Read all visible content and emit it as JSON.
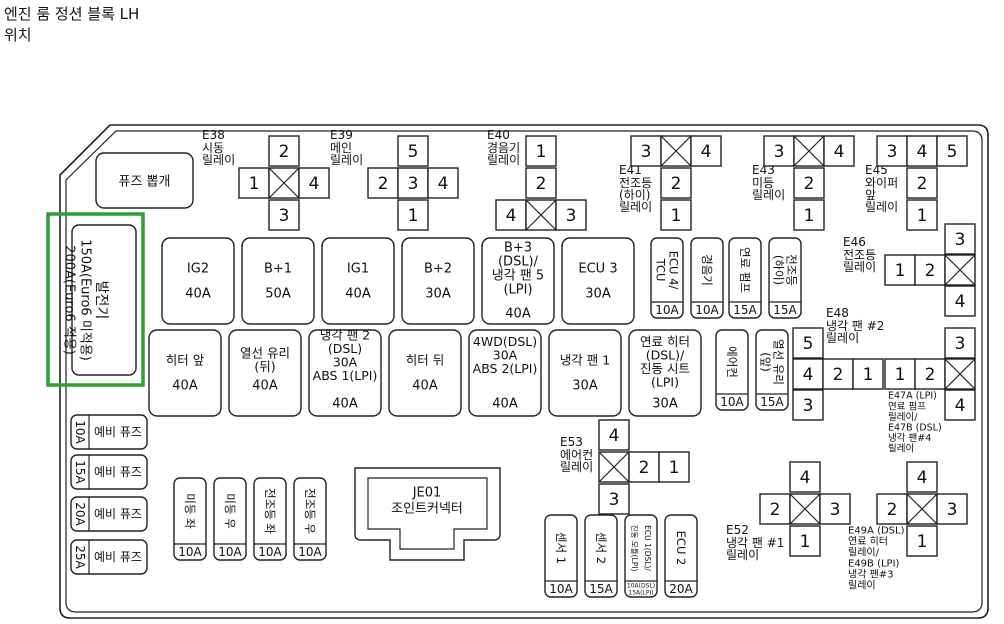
{
  "title": {
    "line1": "엔진 룸 정션 블록 LH",
    "line2": "위치"
  },
  "fuse_puller": "퓨즈 뽑개",
  "main_fuse": {
    "l1": "발전기",
    "l2": "150A(Euro6 미적용)",
    "l3": "200A(Euro6 적용)"
  },
  "spare_label": "예비 퓨즈",
  "spares": [
    "10A",
    "15A",
    "20A",
    "25A"
  ],
  "row1": [
    {
      "name": "IG2",
      "amp": "40A"
    },
    {
      "name": "B+1",
      "amp": "50A"
    },
    {
      "name": "IG1",
      "amp": "40A"
    },
    {
      "name": "B+2",
      "amp": "30A"
    },
    {
      "name": "B+3\n(DSL)/\n냉각 팬 5\n(LPI)",
      "amp": "40A"
    },
    {
      "name": "ECU 3",
      "amp": "30A"
    }
  ],
  "row2": [
    {
      "name": "히터 앞",
      "amp": "40A"
    },
    {
      "name": "열선 유리\n(뒤)",
      "amp": "40A"
    },
    {
      "name": "냉각 팬 2\n(DSL)\n30A\n\nABS 1(LPI)",
      "amp": "40A"
    },
    {
      "name": "히터 뒤",
      "amp": "40A"
    },
    {
      "name": "4WD(DSL)\n30A\n\nABS 2(LPI)",
      "amp": "40A"
    },
    {
      "name": "냉각 팬 1",
      "amp": "30A"
    },
    {
      "name": "연료 히터\n(DSL)/\n진동 시트\n(LPI)",
      "amp": "30A"
    }
  ],
  "mini_top": [
    {
      "name": "ECU 4/\nTCU",
      "amp": "10A"
    },
    {
      "name": "경음기",
      "amp": "10A"
    },
    {
      "name": "연료 펌프",
      "amp": "15A"
    },
    {
      "name": "전조등\n(하이)",
      "amp": "15A"
    }
  ],
  "mini_mid": [
    {
      "name": "에어컨",
      "amp": "10A"
    },
    {
      "name": "열선 유리\n(앞)",
      "amp": "15A"
    }
  ],
  "mini_bottom_left": [
    {
      "name": "미등 좌",
      "amp": "10A"
    },
    {
      "name": "미등 우",
      "amp": "10A"
    },
    {
      "name": "전조등 좌",
      "amp": "10A"
    },
    {
      "name": "전조등 우",
      "amp": "10A"
    }
  ],
  "mini_bottom_right": [
    {
      "name": "센서 1",
      "amp": "10A"
    },
    {
      "name": "센서 2",
      "amp": "15A"
    },
    {
      "name": "ECU 1(DSL)/\n진동 모듈(LPI)",
      "amp": "10A(DSL)\n15A(LPI)"
    },
    {
      "name": "ECU 2",
      "amp": "20A"
    }
  ],
  "connector": {
    "code": "JE01",
    "name": "조인트커넥터"
  },
  "relays": {
    "E38": {
      "code": "E38",
      "name": "시동\n릴레이",
      "pins": [
        "2",
        "1",
        "4",
        "3"
      ]
    },
    "E39": {
      "code": "E39",
      "name": "메인\n릴레이",
      "pins": [
        "5",
        "2",
        "3",
        "4",
        "1"
      ]
    },
    "E40": {
      "code": "E40",
      "name": "경음기\n릴레이",
      "pins": [
        "1",
        "2",
        "4",
        "3"
      ]
    },
    "E41": {
      "code": "E41",
      "name": "전조등\n(하이)\n릴레이",
      "pins": [
        "3",
        "4",
        "2",
        "1"
      ]
    },
    "E43": {
      "code": "E43",
      "name": "미등\n릴레이",
      "pins": [
        "3",
        "4",
        "2",
        "1"
      ]
    },
    "E45": {
      "code": "E45",
      "name": "와이퍼\n앞\n릴레이",
      "pins": [
        "3",
        "4",
        "5",
        "2",
        "1"
      ]
    },
    "E46": {
      "code": "E46",
      "name": "전조등\n릴레이",
      "pins": [
        "1",
        "2",
        "3",
        "4"
      ]
    },
    "E48": {
      "code": "E48",
      "name": "냉각 팬 #2\n릴레이",
      "pins": [
        "5",
        "4",
        "3",
        "2",
        "1"
      ]
    },
    "E47": {
      "code": "E47A (LPI)",
      "name": "연료 펌프\n릴레이/\nE47B (DSL)\n냉각 팬#4\n릴레이",
      "pins": [
        "1",
        "2",
        "3",
        "4"
      ]
    },
    "E53": {
      "code": "E53",
      "name": "에어컨\n릴레이",
      "pins": [
        "4",
        "2",
        "1",
        "3"
      ]
    },
    "E52": {
      "code": "E52",
      "name": "냉각 팬 #1\n릴레이",
      "pins": [
        "4",
        "2",
        "3",
        "1"
      ]
    },
    "E49": {
      "code": "E49A (DSL)",
      "name": "연료 히터\n릴레이/\nE49B (LPI)\n냉각 팬#3\n릴레이",
      "pins": [
        "4",
        "2",
        "3",
        "1"
      ]
    }
  },
  "colors": {
    "highlight": "#2e9e3a",
    "stroke": "#222"
  }
}
